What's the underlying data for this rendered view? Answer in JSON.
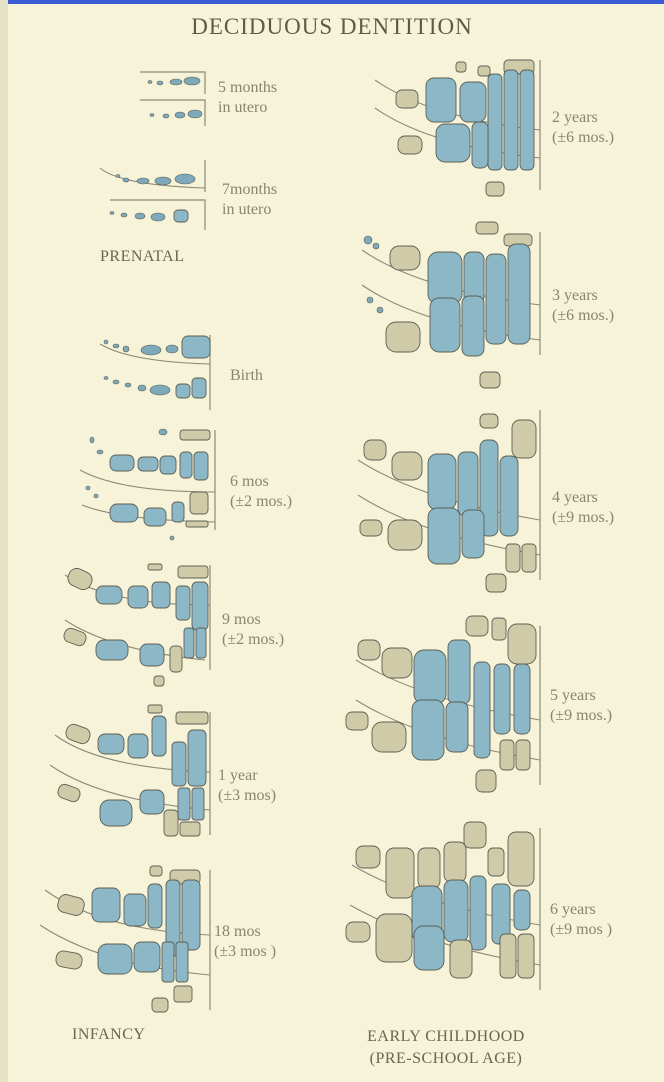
{
  "title": "DECIDUOUS DENTITION",
  "colors": {
    "erupting_tooth": "#8bb7c7",
    "permanent_tooth": "#cfcba8",
    "background": "#f6f3d8"
  },
  "sections": {
    "prenatal": "PRENATAL",
    "infancy": "INFANCY",
    "early_childhood": "EARLY CHILDHOOD",
    "early_childhood_sub": "(PRE-SCHOOL AGE)"
  },
  "stages": [
    {
      "line1": "5 months",
      "line2": "in utero"
    },
    {
      "line1": "7months",
      "line2": "in utero"
    },
    {
      "line1": "Birth",
      "line2": ""
    },
    {
      "line1": "6 mos",
      "line2": "(±2 mos.)"
    },
    {
      "line1": "9 mos",
      "line2": "(±2 mos.)"
    },
    {
      "line1": "1 year",
      "line2": "(±3 mos)"
    },
    {
      "line1": "18 mos",
      "line2": "(±3 mos )"
    },
    {
      "line1": "2 years",
      "line2": "(±6 mos.)"
    },
    {
      "line1": "3 years",
      "line2": "(±6 mos.)"
    },
    {
      "line1": "4 years",
      "line2": "(±9 mos.)"
    },
    {
      "line1": "5 years",
      "line2": "(±9 mos.)"
    },
    {
      "line1": "6 years",
      "line2": "(±9 mos )"
    }
  ]
}
